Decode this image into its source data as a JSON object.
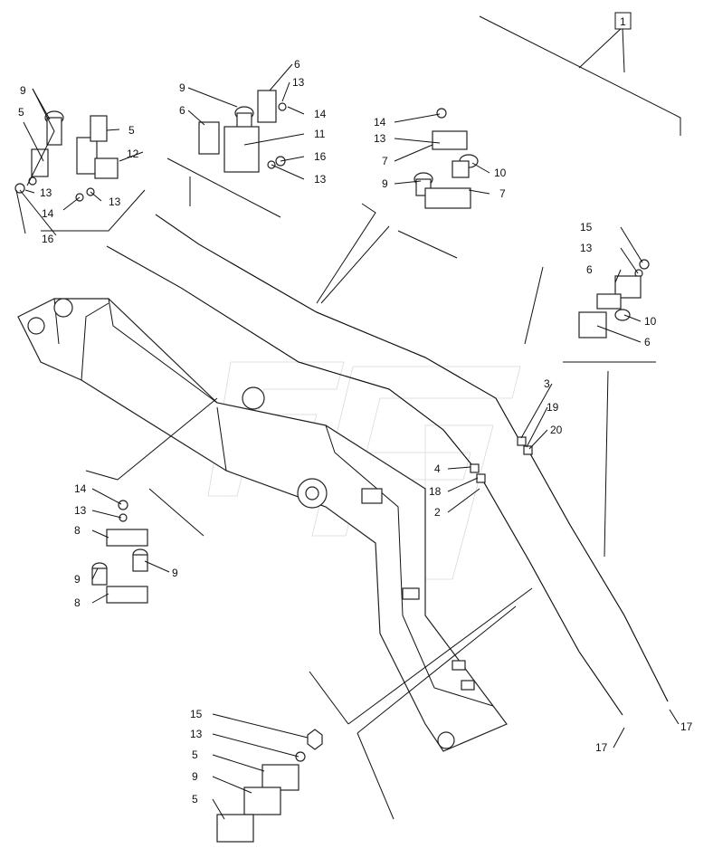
{
  "diagram": {
    "callouts": {
      "c1": "1",
      "c2": "2",
      "c3": "3",
      "c4": "4",
      "c5a": "5",
      "c5b": "5",
      "c5c": "5",
      "c5d": "5",
      "c6a": "6",
      "c6b": "6",
      "c6c": "6",
      "c6d": "6",
      "c7a": "7",
      "c7b": "7",
      "c8a": "8",
      "c8b": "8",
      "c9a": "9",
      "c9b": "9",
      "c9c": "9",
      "c9d": "9",
      "c9e": "9",
      "c9f": "9",
      "c10a": "10",
      "c10b": "10",
      "c11": "11",
      "c12": "12",
      "c13a": "13",
      "c13b": "13",
      "c13c": "13",
      "c13d": "13",
      "c13e": "13",
      "c13f": "13",
      "c13g": "13",
      "c13h": "13",
      "c14a": "14",
      "c14b": "14",
      "c14c": "14",
      "c14d": "14",
      "c15a": "15",
      "c15b": "15",
      "c16a": "16",
      "c16b": "16",
      "c17a": "17",
      "c17b": "17",
      "c18": "18",
      "c19": "19",
      "c20": "20"
    }
  }
}
